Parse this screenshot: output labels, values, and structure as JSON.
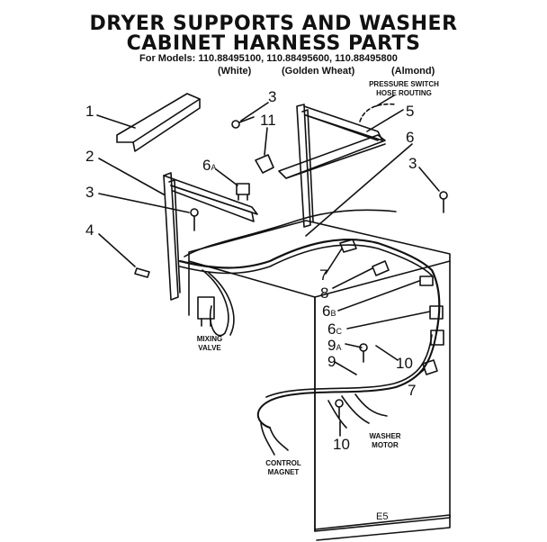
{
  "title_line1": "DRYER SUPPORTS AND WASHER",
  "title_line2": "CABINET HARNESS PARTS",
  "models_line": "For Models: 110.88495100, 110.88495600, 110.88495800",
  "variants": {
    "white": "(White)",
    "golden": "(Golden Wheat)",
    "almond": "(Almond)"
  },
  "labels": {
    "pressure_line1": "PRESSURE SWITCH",
    "pressure_line2": "HOSE ROUTING",
    "mixing_line1": "MIXING",
    "mixing_line2": "VALVE",
    "motor_line1": "WASHER",
    "motor_line2": "MOTOR",
    "control_line1": "CONTROL",
    "control_line2": "MAGNET",
    "diagram_code": "E5"
  },
  "part_numbers": {
    "p1": "1",
    "p2": "2",
    "p3_top": "3",
    "p3_left": "3",
    "p3_right": "3",
    "p4": "4",
    "p5": "5",
    "p6": "6",
    "p6a_num": "6",
    "p6a_sub": "A",
    "p6b_num": "6",
    "p6b_sub": "B",
    "p6c_num": "6",
    "p6c_sub": "C",
    "p7_mid": "7",
    "p7_right": "7",
    "p8": "8",
    "p9a_num": "9",
    "p9a_sub": "A",
    "p9": "9",
    "p10_right": "10",
    "p10_bottom": "10",
    "p11": "11"
  }
}
